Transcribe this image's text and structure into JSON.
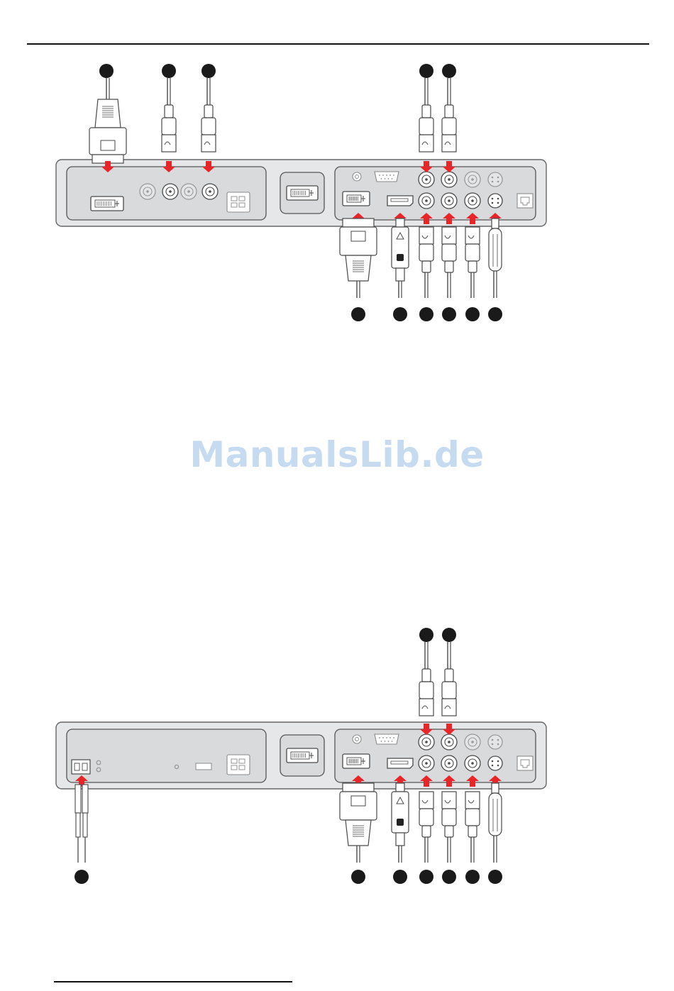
{
  "watermark": {
    "text": "ManualsLib.de"
  },
  "colors": {
    "arrow": "#e8262a",
    "callout": "#1a1a1a",
    "panel_outer": "#e6e7e9",
    "panel_inner": "#d9dadc",
    "line": "#4a4a4a"
  },
  "figures": [
    {
      "name": "figure-1",
      "top_callouts": 5,
      "bottom_callouts": 6,
      "left_module": "dvi-bnc-input-module"
    },
    {
      "name": "figure-2",
      "top_callouts": 2,
      "bottom_callouts": 7,
      "left_module": "fiber-input-module"
    }
  ]
}
